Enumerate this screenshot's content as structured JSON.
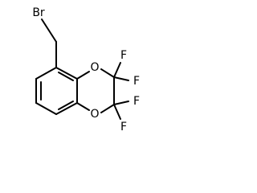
{
  "molecule": {
    "atoms": {
      "br": "Br",
      "o_top": "O",
      "o_bottom": "O",
      "f1": "F",
      "f2": "F",
      "f3": "F",
      "f4": "F"
    }
  }
}
